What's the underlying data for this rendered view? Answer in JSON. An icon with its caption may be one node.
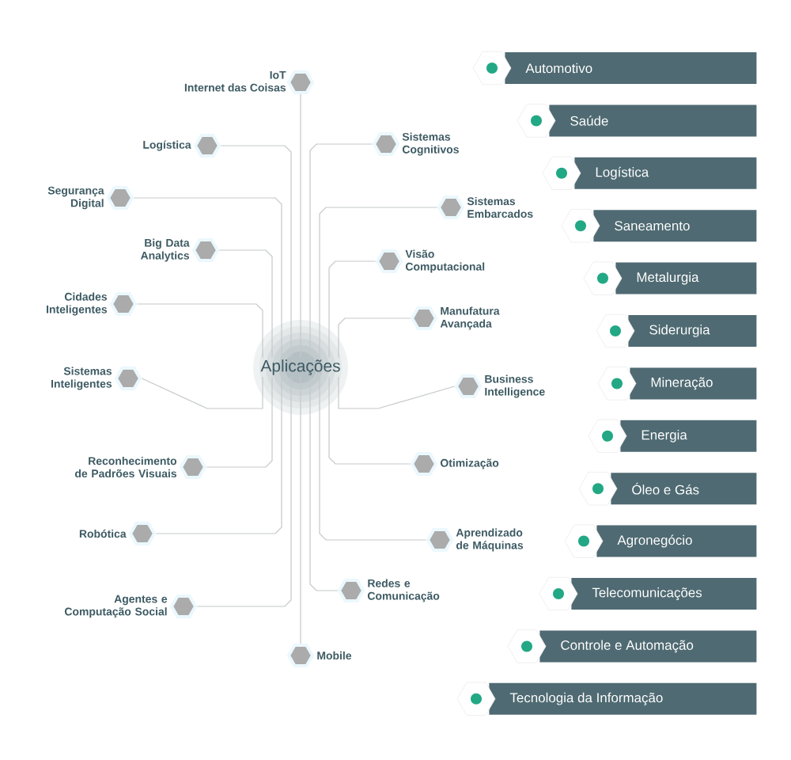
{
  "diagram": {
    "nodes": [
      {
        "text": [
          "Aplicações"
        ]
      },
      {
        "text": [
          "IoT",
          "Internet das Coisas"
        ]
      },
      {
        "text": [
          "Logística"
        ]
      },
      {
        "text": [
          "Segurança Digital"
        ]
      },
      {
        "text": [
          "Big Data Analytics"
        ]
      },
      {
        "text": [
          "Cidades Inteligentes"
        ]
      },
      {
        "text": [
          "Sistemas Inteligentes"
        ]
      },
      {
        "text": [
          "Reconhecimento de Padrões Visuais"
        ]
      },
      {
        "text": [
          "Robótica"
        ]
      },
      {
        "text": [
          "Agentes e Computação Social"
        ]
      },
      {
        "text": [
          "Mobile"
        ]
      },
      {
        "text": [
          "Sistemas Cognitivos"
        ]
      },
      {
        "text": [
          "Sistemas Embarcados"
        ]
      },
      {
        "text": [
          "Visão Computacional"
        ]
      },
      {
        "text": [
          "Manufatura Avançada"
        ]
      },
      {
        "text": [
          "Business Intelligence"
        ]
      },
      {
        "text": [
          "Otimização"
        ]
      },
      {
        "text": [
          "Aprendizado de Máquinas"
        ]
      },
      {
        "text": [
          "Redes e Comunicação"
        ]
      },
      {
        "text": [
          "Automotivo"
        ]
      },
      {
        "text": [
          "Saúde"
        ]
      },
      {
        "text": [
          "Logística"
        ]
      },
      {
        "text": [
          "Saneamento"
        ]
      },
      {
        "text": [
          "Metalurgia"
        ]
      },
      {
        "text": [
          "Siderurgia"
        ]
      },
      {
        "text": [
          "Mineração"
        ]
      },
      {
        "text": [
          "Energia"
        ]
      },
      {
        "text": [
          "Óleo e Gás"
        ]
      },
      {
        "text": [
          "Agronegócio"
        ]
      },
      {
        "text": [
          "Telecomunicações"
        ]
      },
      {
        "text": [
          "Controle e Automação"
        ]
      },
      {
        "text": [
          "Tecnologia da Informação"
        ]
      }
    ],
    "edges": [
      {
        "from": 0,
        "to": 1,
        "arrow": "none"
      },
      {
        "from": 0,
        "to": 2,
        "arrow": "none"
      },
      {
        "from": 0,
        "to": 3,
        "arrow": "none"
      },
      {
        "from": 0,
        "to": 4,
        "arrow": "none"
      },
      {
        "from": 0,
        "to": 5,
        "arrow": "none"
      },
      {
        "from": 0,
        "to": 6,
        "arrow": "none"
      },
      {
        "from": 0,
        "to": 7,
        "arrow": "none"
      },
      {
        "from": 0,
        "to": 8,
        "arrow": "none"
      },
      {
        "from": 0,
        "to": 9,
        "arrow": "none"
      },
      {
        "from": 0,
        "to": 10,
        "arrow": "none"
      },
      {
        "from": 0,
        "to": 11,
        "arrow": "none"
      },
      {
        "from": 0,
        "to": 12,
        "arrow": "none"
      },
      {
        "from": 0,
        "to": 13,
        "arrow": "none"
      },
      {
        "from": 0,
        "to": 14,
        "arrow": "none"
      },
      {
        "from": 0,
        "to": 15,
        "arrow": "none"
      },
      {
        "from": 0,
        "to": 16,
        "arrow": "none"
      },
      {
        "from": 0,
        "to": 17,
        "arrow": "none"
      },
      {
        "from": 0,
        "to": 18,
        "arrow": "none"
      }
    ]
  }
}
